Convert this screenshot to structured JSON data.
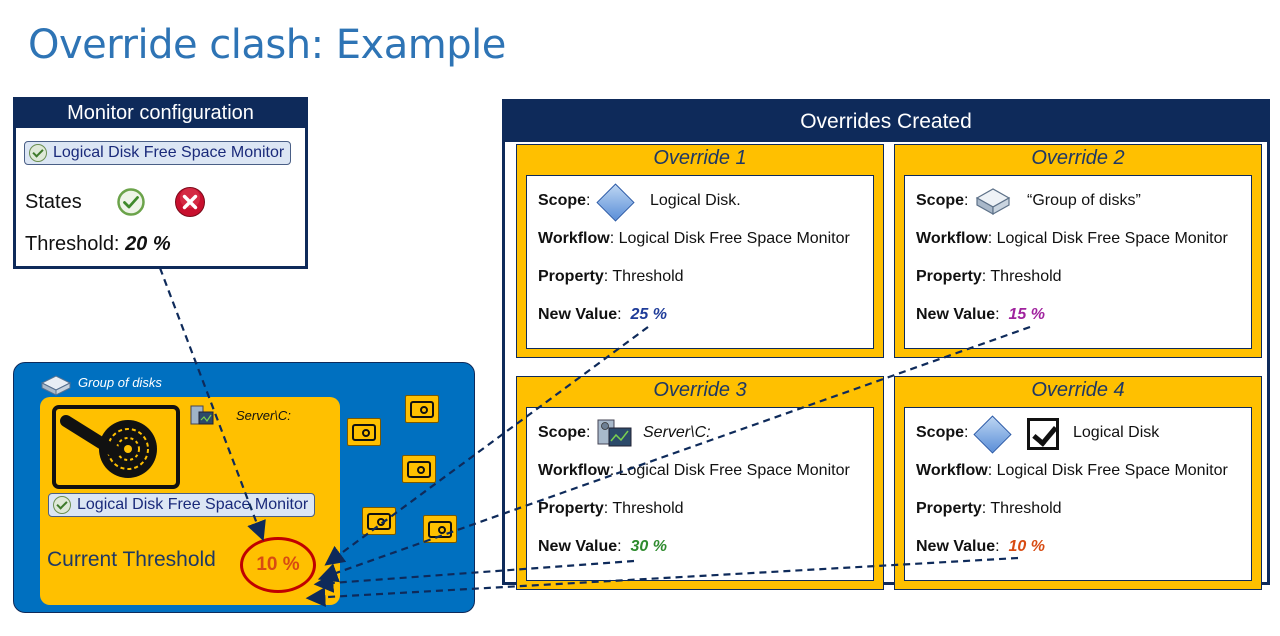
{
  "title": "Override clash: Example",
  "monitor_config": {
    "header": "Monitor configuration",
    "monitor_name": "Logical Disk Free Space Monitor",
    "states_label": "States",
    "threshold_label": "Threshold:",
    "threshold_value": "20 %"
  },
  "group": {
    "label": "Group of disks",
    "server_label": "Server\\C:",
    "monitor_name": "Logical Disk Free Space Monitor",
    "current_threshold_label": "Current Threshold",
    "current_threshold_value": "10 %"
  },
  "overrides": {
    "header": "Overrides Created",
    "labels": {
      "scope": "Scope",
      "workflow": "Workflow",
      "property": "Property",
      "new_value": "New Value"
    },
    "items": [
      {
        "title": "Override 1",
        "scope": "Logical Disk.",
        "scope_icon": "diamond-icon",
        "workflow": "Logical Disk Free Space Monitor",
        "property": "Threshold",
        "new_value": "25 %",
        "value_color": "#1f3c99"
      },
      {
        "title": "Override 2",
        "scope": "“Group of disks”",
        "scope_icon": "group-icon",
        "workflow": "Logical Disk Free Space Monitor",
        "property": "Threshold",
        "new_value": "15 %",
        "value_color": "#a0229e"
      },
      {
        "title": "Override 3",
        "scope": "Server\\C:",
        "scope_icon": "server-icon",
        "workflow": "Logical Disk Free Space Monitor",
        "property": "Threshold",
        "new_value": "30 %",
        "value_color": "#2e8b2e"
      },
      {
        "title": "Override 4",
        "scope": "Logical Disk",
        "scope_icon": "diamond-checkbox-icon",
        "workflow": "Logical Disk Free Space Monitor",
        "property": "Threshold",
        "new_value": "10 %",
        "value_color": "#d84b12"
      }
    ]
  },
  "colors": {
    "title": "#2e74b5",
    "navy": "#0e2a5a",
    "gold": "#ffc000",
    "group_blue": "#0070c0",
    "highlight_red": "#c00000"
  }
}
